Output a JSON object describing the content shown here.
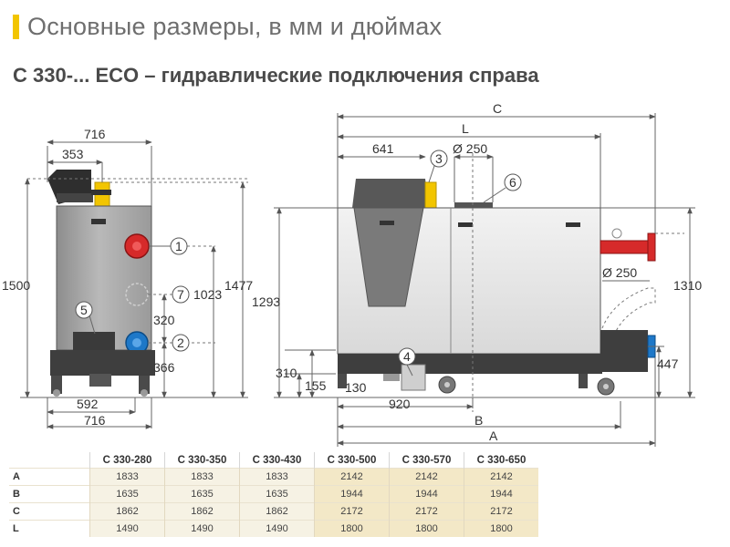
{
  "title": "Основные размеры, в мм и дюймах",
  "subtitle": "C 330-... ECO – гидравлические подключения справа",
  "colors": {
    "accent": "#f2c500",
    "flow_red": "#d62a2a",
    "return_blue": "#1e78c8",
    "boiler_gray": "#cfcfcf",
    "base_dark": "#3e3e3e"
  },
  "side_view": {
    "dims": [
      "716",
      "353",
      "1500",
      "1477",
      "1023",
      "320",
      "366",
      "592",
      "716"
    ],
    "callouts": [
      "1",
      "7",
      "5",
      "2"
    ]
  },
  "front_view": {
    "dims": [
      "C",
      "L",
      "641",
      "Ø 250",
      "1293",
      "Ø 250",
      "1310",
      "447",
      "310",
      "155",
      "130",
      "920",
      "B",
      "A"
    ],
    "callouts": [
      "3",
      "6",
      "4"
    ]
  },
  "table": {
    "headers": [
      "C 330-280",
      "C 330-350",
      "C 330-430",
      "C 330-500",
      "C 330-570",
      "C 330-650"
    ],
    "rows": [
      {
        "label": "A",
        "values": [
          "1833",
          "1833",
          "1833",
          "2142",
          "2142",
          "2142"
        ]
      },
      {
        "label": "B",
        "values": [
          "1635",
          "1635",
          "1635",
          "1944",
          "1944",
          "1944"
        ]
      },
      {
        "label": "C",
        "values": [
          "1862",
          "1862",
          "1862",
          "2172",
          "2172",
          "2172"
        ]
      },
      {
        "label": "L",
        "values": [
          "1490",
          "1490",
          "1490",
          "1800",
          "1800",
          "1800"
        ]
      }
    ]
  }
}
